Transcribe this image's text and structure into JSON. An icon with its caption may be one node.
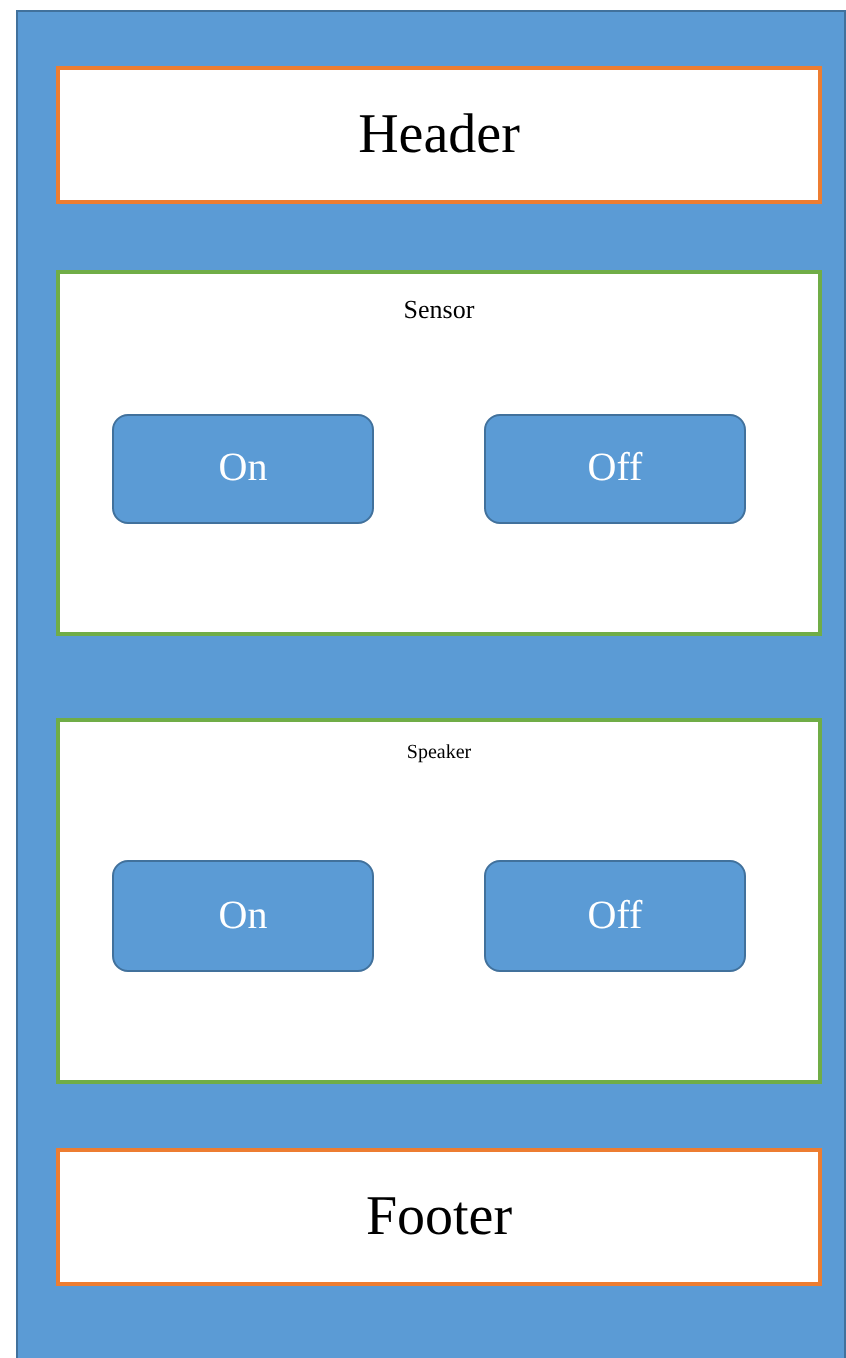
{
  "diagram": {
    "nodes": [
      {
        "text": [],
        "shape": "box"
      },
      {
        "text": [
          "Header"
        ],
        "in": 0
      },
      {
        "text": [
          "Sensor"
        ],
        "in": 0
      },
      {
        "text": [
          "On"
        ],
        "in": 2
      },
      {
        "text": [
          "Off"
        ],
        "in": 2
      },
      {
        "text": [
          "Speaker"
        ],
        "in": 0
      },
      {
        "text": [
          "On"
        ],
        "in": 5
      },
      {
        "text": [
          "Off"
        ],
        "in": 5
      },
      {
        "text": [
          "Footer"
        ],
        "in": 0
      }
    ]
  }
}
